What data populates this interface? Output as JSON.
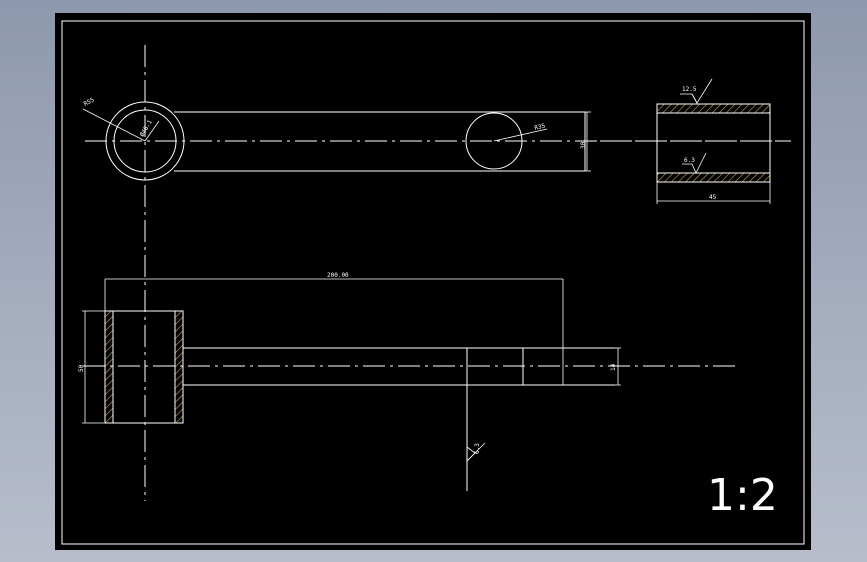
{
  "drawing": {
    "scale_text": "1:2",
    "roughness_symbols": {
      "outer": "12.5",
      "inner": "6.3",
      "bottom": "6.3"
    },
    "dimensions": {
      "top_left_radius": "R55",
      "top_left_bore": "Ø48.1",
      "top_right_radius": "R35",
      "arm_height": "30",
      "bushing_length": "45",
      "center_distance": "200.00",
      "hub_height": "50",
      "arm_thickness": "14"
    }
  },
  "colors": {
    "background_frame": "#9aa3b6",
    "viewport": "#000000",
    "lines": "#ffffff",
    "hatch": "#c8a93a"
  }
}
